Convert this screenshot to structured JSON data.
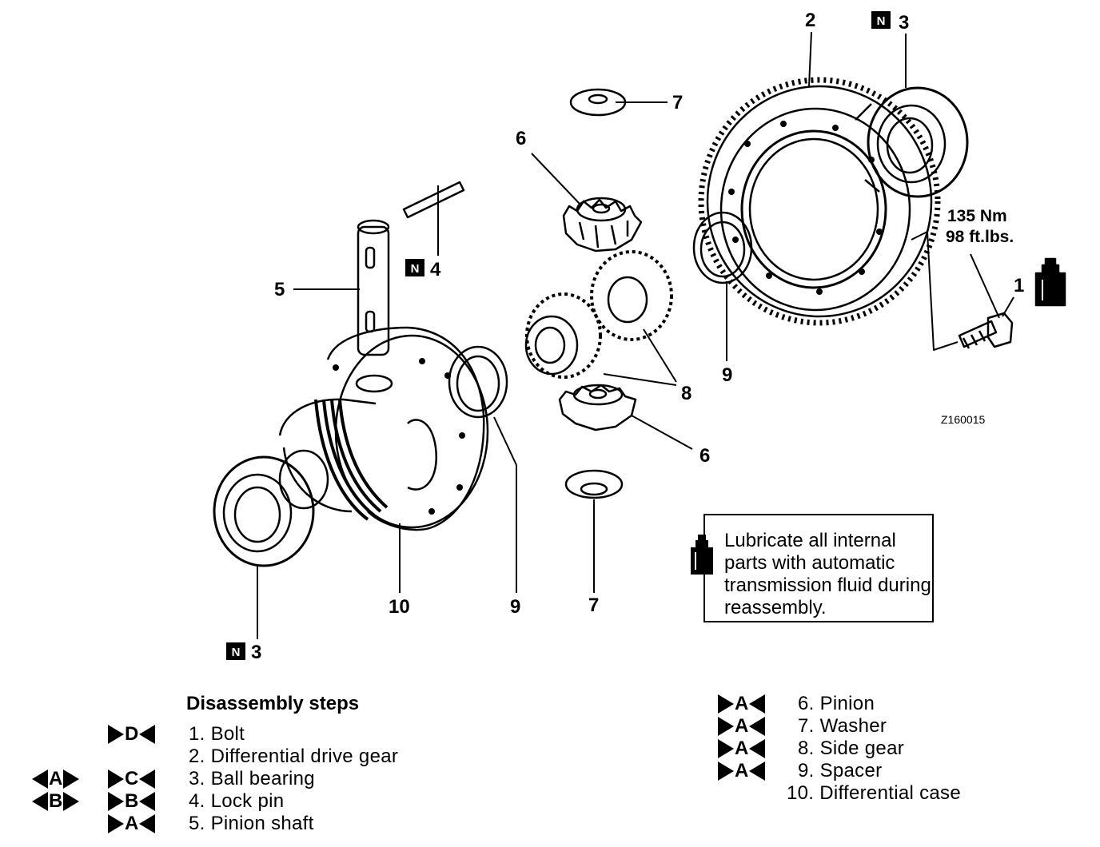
{
  "diagram": {
    "callouts": [
      {
        "id": "c2",
        "text": "2"
      },
      {
        "id": "c3top",
        "text": "3"
      },
      {
        "id": "c7top",
        "text": "7"
      },
      {
        "id": "c6top",
        "text": "6"
      },
      {
        "id": "c4",
        "text": "4"
      },
      {
        "id": "c5",
        "text": "5"
      },
      {
        "id": "c1",
        "text": "1"
      },
      {
        "id": "c9right",
        "text": "9"
      },
      {
        "id": "c8",
        "text": "8"
      },
      {
        "id": "c6bot",
        "text": "6"
      },
      {
        "id": "c10",
        "text": "10"
      },
      {
        "id": "c9left",
        "text": "9"
      },
      {
        "id": "c7bot",
        "text": "7"
      },
      {
        "id": "c3bot",
        "text": "3"
      }
    ],
    "new_part_badge": "N",
    "torque": {
      "line1": "135 Nm",
      "line2": "98 ft.lbs."
    },
    "figure_code": "Z160015",
    "note": "Lubricate all internal parts with automatic transmission fluid during reassembly."
  },
  "steps": {
    "title": "Disassembly steps",
    "left": [
      {
        "label": "1. Bolt",
        "disassembly_mark": "D",
        "reassembly_mark": ""
      },
      {
        "label": "2. Differential drive gear",
        "disassembly_mark": "",
        "reassembly_mark": ""
      },
      {
        "label": "3. Ball bearing",
        "disassembly_mark": "C",
        "reassembly_mark": "A"
      },
      {
        "label": "4. Lock pin",
        "disassembly_mark": "B",
        "reassembly_mark": "B"
      },
      {
        "label": "5. Pinion shaft",
        "disassembly_mark": "A",
        "reassembly_mark": ""
      }
    ],
    "right": [
      {
        "label": "6. Pinion",
        "mark": "A"
      },
      {
        "label": "7. Washer",
        "mark": "A"
      },
      {
        "label": "8. Side gear",
        "mark": "A"
      },
      {
        "label": "9. Spacer",
        "mark": "A"
      },
      {
        "label": "10. Differential case",
        "mark": ""
      }
    ]
  }
}
